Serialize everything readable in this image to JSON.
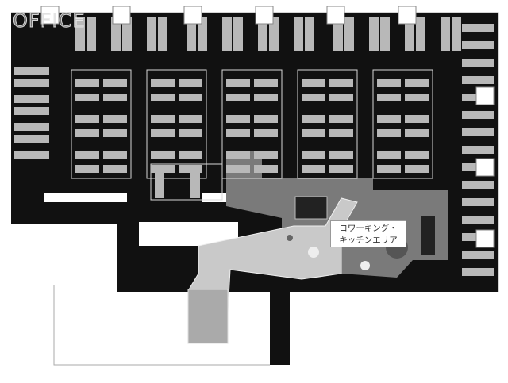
{
  "watermark": "OFFICE",
  "area_label": {
    "line1": "コワーキング・",
    "line2": "キッチンエリア"
  },
  "colors": {
    "wall": "#111111",
    "desk": "#b8b8b8",
    "room_outline": "#d8d8d8",
    "kitchen_floor": "#7a7a7a",
    "coworking_floor": "#c9c9c9"
  }
}
